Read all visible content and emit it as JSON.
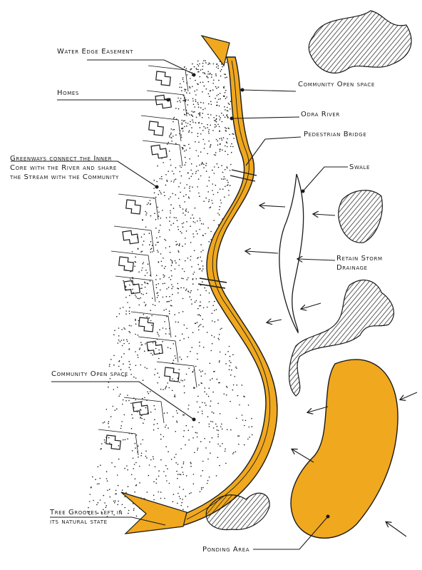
{
  "colors": {
    "river": "#f0a81e",
    "ink": "#1a1a1a",
    "paper": "#ffffff"
  },
  "labels": {
    "water_edge_easement": "Water Edge Easement",
    "homes": "Homes",
    "greenways": "Greenways connect the Inner Core with the River and share the Stream with the Community",
    "community_open_space_left": "Community Open space",
    "tree_grooves": "Tree Grooves left in its natural state",
    "community_open_space_right": "Community Open space",
    "odra_river": "Odra River",
    "pedestrian_bridge": "Pedestrian Bridge",
    "swale": "Swale",
    "retain_storm": "Retain Storm Drainage",
    "ponding_area": "Ponding Area"
  }
}
